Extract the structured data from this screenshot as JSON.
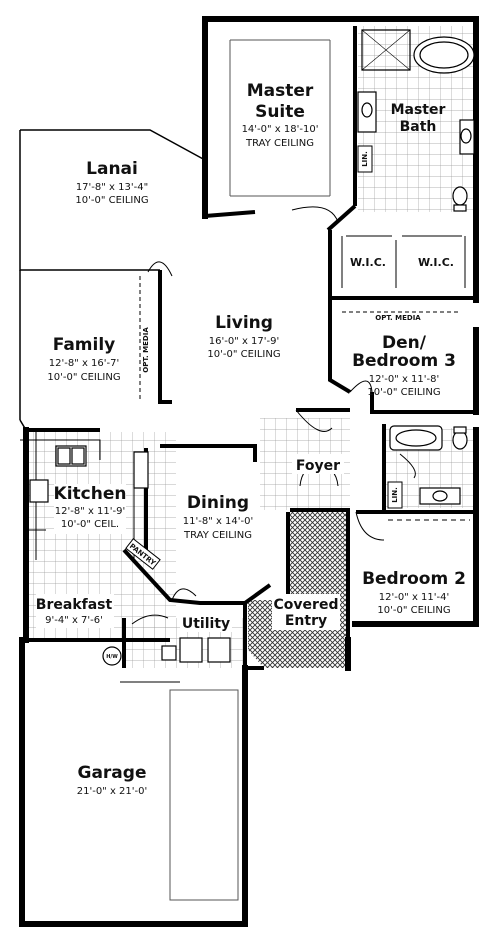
{
  "rooms": {
    "master_suite": {
      "name1": "Master",
      "name2": "Suite",
      "size": "14'-0\" x 18'-10'",
      "note": "TRAY CEILING"
    },
    "master_bath": {
      "name1": "Master",
      "name2": "Bath"
    },
    "lanai": {
      "name": "Lanai",
      "size": "17'-8\" x 13'-4\"",
      "ceiling": "10'-0\" CEILING"
    },
    "family": {
      "name": "Family",
      "size": "12'-8\" x 16'-7'",
      "ceiling": "10'-0\" CEILING",
      "media": "OPT. MEDIA"
    },
    "living": {
      "name": "Living",
      "size": "16'-0\" x 17'-9'",
      "ceiling": "10'-0\" CEILING"
    },
    "den": {
      "name1": "Den/",
      "name2": "Bedroom 3",
      "size": "12'-0\" x 11'-8'",
      "ceiling": "10'-0\" CEILING",
      "media": "OPT. MEDIA"
    },
    "wic_left": {
      "name": "W.I.C."
    },
    "wic_right": {
      "name": "W.I.C."
    },
    "kitchen": {
      "name": "Kitchen",
      "size": "12'-8\" x 11'-9'",
      "ceiling": "10'-0\" CEIL."
    },
    "dining": {
      "name": "Dining",
      "size": "11'-8\" x 14'-0'",
      "note": "TRAY CEILING"
    },
    "foyer": {
      "name": "Foyer"
    },
    "pantry": {
      "name": "PANTRY"
    },
    "breakfast": {
      "name": "Breakfast",
      "size": "9'-4\" x 7'-6'"
    },
    "utility": {
      "name": "Utility"
    },
    "covered_entry": {
      "name1": "Covered",
      "name2": "Entry"
    },
    "bedroom2": {
      "name": "Bedroom 2",
      "size": "12'-0\" x 11'-4'",
      "ceiling": "10'-0\" CEILING"
    },
    "garage": {
      "name": "Garage",
      "size": "21'-0\" x 21'-0'"
    }
  },
  "fixtures": {
    "linen_master": "LIN.",
    "linen_bed2": "LIN.",
    "water_heater": "H/W"
  }
}
